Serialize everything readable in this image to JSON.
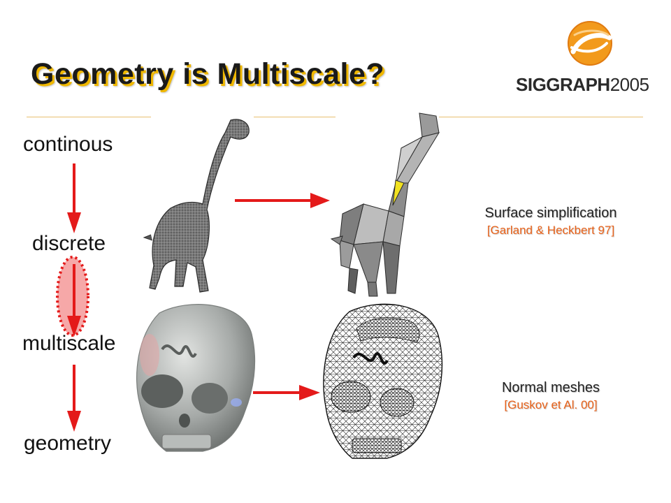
{
  "slide": {
    "title": "Geometry is Multiscale?",
    "logo": {
      "brand": "SIGGRAPH",
      "year": "2005"
    },
    "pipeline": [
      "continous",
      "discrete",
      "multiscale",
      "geometry"
    ],
    "methods": [
      {
        "label": "Surface simplification",
        "citation": "[Garland & Heckbert 97]"
      },
      {
        "label": "Normal meshes",
        "citation": "[Guskov et Al. 00]"
      }
    ],
    "colors": {
      "arrow": "#e41a1a",
      "citation": "#e8621a",
      "title_shadow": "#f0b800",
      "logo_orange": "#f29a1c"
    }
  }
}
